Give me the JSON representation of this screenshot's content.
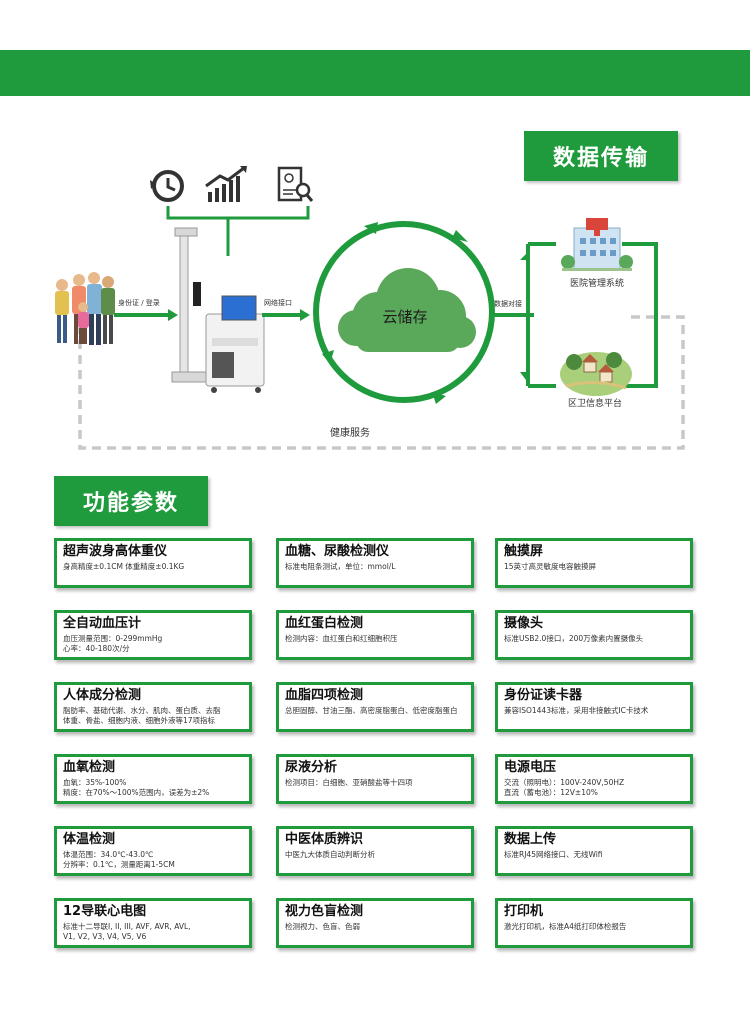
{
  "header": {
    "transfer_title": "数据传输",
    "params_title": "功能参数"
  },
  "diagram": {
    "label_id_login": "身份证 / 登录",
    "label_network": "网络接口",
    "label_data_connect": "数据对接",
    "cloud_label": "云储存",
    "label_hospital": "医院管理系统",
    "label_community": "区卫信息平台",
    "label_health_service": "健康服务",
    "hospital_sign": "Hospital"
  },
  "colors": {
    "brand_green": "#1f9a3c",
    "dash_gray": "#c8c8c8",
    "cloud_green": "#5aa85a"
  },
  "cards": [
    {
      "title": "超声波身高体重仪",
      "lines": [
        "身高精度±0.1CM 体重精度±0.1KG"
      ]
    },
    {
      "title": "血糖、尿酸检测仪",
      "lines": [
        "标准电阻条测试，单位：mmol/L"
      ]
    },
    {
      "title": "触摸屏",
      "lines": [
        "15英寸高灵敏度电容触摸屏"
      ]
    },
    {
      "title": "全自动血压计",
      "lines": [
        "血压测量范围：0-299mmHg",
        "心率：40-180次/分"
      ]
    },
    {
      "title": "血红蛋白检测",
      "lines": [
        "检测内容：血红蛋白和红细胞积压"
      ]
    },
    {
      "title": "摄像头",
      "lines": [
        "标准USB2.0接口，200万像素内置摄像头"
      ]
    },
    {
      "title": "人体成分检测",
      "lines": [
        "脂肪率、基础代谢、水分、肌肉、蛋白质、去脂",
        "体重、骨盐、细胞内液、细胞外液等17项指标"
      ]
    },
    {
      "title": "血脂四项检测",
      "lines": [
        "总胆固醇、甘油三酯、高密度脂蛋白、低密度脂蛋白"
      ]
    },
    {
      "title": "身份证读卡器",
      "lines": [
        "兼容ISO1443标准，采用非接触式IC卡技术"
      ]
    },
    {
      "title": "血氧检测",
      "lines": [
        "血氧：35%-100%",
        "精度：在70%～100%范围内，误差为±2%"
      ]
    },
    {
      "title": "尿液分析",
      "lines": [
        "检测项目：白细胞、亚硝酸盐等十四项"
      ]
    },
    {
      "title": "电源电压",
      "lines": [
        "交流（照明电）：100V-240V,50HZ",
        "直流（蓄电池）：12V±10%"
      ]
    },
    {
      "title": "体温检测",
      "lines": [
        "体温范围：34.0℃-43.0℃",
        "分辨率：0.1℃，测量距离1-5CM"
      ]
    },
    {
      "title": "中医体质辨识",
      "lines": [
        "中医九大体质自动判断分析"
      ]
    },
    {
      "title": "数据上传",
      "lines": [
        "标准RJ45网络接口、无线Wifi"
      ]
    },
    {
      "title": "12导联心电图",
      "lines": [
        "标准十二导联I, II, III, AVF, AVR, AVL,",
        "V1, V2, V3, V4, V5, V6"
      ]
    },
    {
      "title": "视力色盲检测",
      "lines": [
        "检测视力、色盲、色弱"
      ]
    },
    {
      "title": "打印机",
      "lines": [
        "激光打印机，标准A4纸打印体检报告"
      ]
    }
  ]
}
